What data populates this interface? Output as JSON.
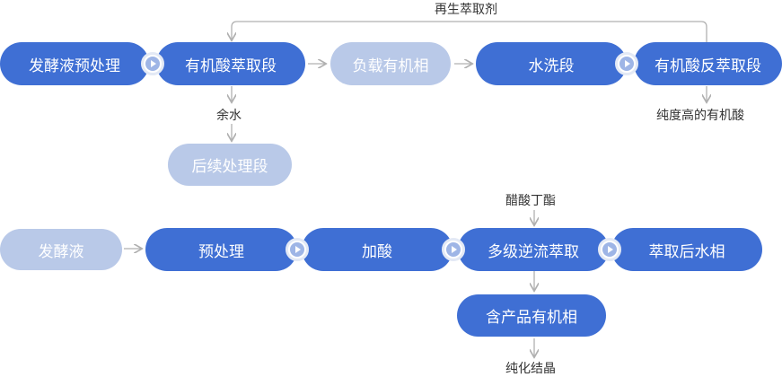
{
  "row1": {
    "nodes": [
      "发酵液预处理",
      "有机酸萃取段",
      "负载有机相",
      "水洗段",
      "有机酸反萃取段"
    ],
    "recycle_label": "再生萃取剂",
    "residual_water": "余水",
    "post_treatment": "后续处理段",
    "product": "纯度高的有机酸"
  },
  "row2": {
    "nodes": [
      "发酵液",
      "预处理",
      "加酸",
      "多级逆流萃取",
      "萃取后水相"
    ],
    "extractant": "醋酸丁酯",
    "organic_phase": "含产品有机相",
    "final": "纯化结晶"
  }
}
